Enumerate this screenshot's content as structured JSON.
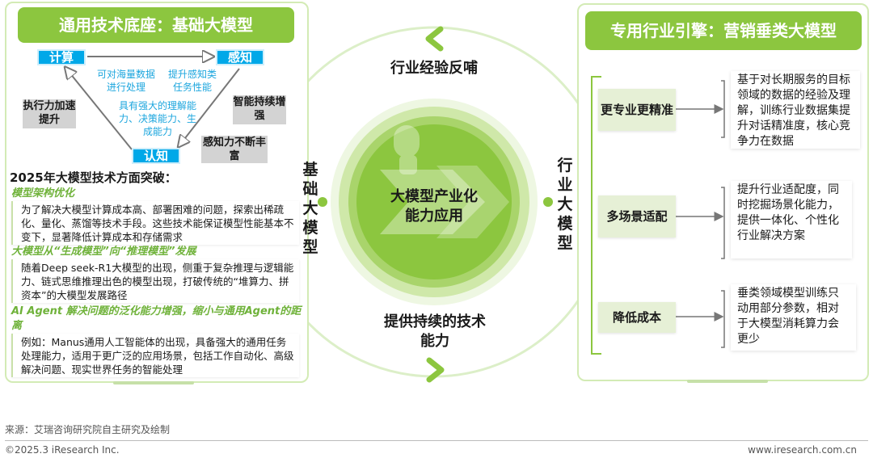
{
  "left": {
    "header": "通用技术底座：基础大模型",
    "nodes": {
      "compute": "计算",
      "perceive": "感知",
      "cognize": "认知"
    },
    "tri_texts": {
      "t1": "可对海量数据进行处理",
      "t2": "提升感知类任务性能",
      "t3": "具有强大的理解能力、决策能力、生成能力"
    },
    "gray_boxes": {
      "g1": "执行力加速提升",
      "g2": "智能持续增强",
      "g3": "感知力不断丰富"
    },
    "section_title": "2025年大模型技术方面突破：",
    "items": [
      {
        "head": "模型架构优化",
        "body": "为了解决大模型计算成本高、部署困难的问题，探索出稀疏化、量化、蒸馏等技术手段。这些技术能保证模型性能基本不变下，显著降低计算成本和存储需求"
      },
      {
        "head": "大模型从“生成模型”向“推理模型”发展",
        "body": "随着Deep seek-R1大模型的出现，侧重于复杂推理与逻辑能力、链式思维推理出色的模型出现，打破传统的“堆算力、拼资本”的大模型发展路径"
      },
      {
        "head": "AI Agent 解决问题的泛化能力增强，缩小与通用Agent的距离",
        "body": "例如：Manus通用人工智能体的出现，具备强大的通用任务处理能力，适用于更广泛的应用场景，包括工作自动化、高级解决问题、现实世界任务的智能处理"
      }
    ]
  },
  "center": {
    "top": "行业经验反哺",
    "bottom": "提供持续的技术能力",
    "core": "大模型产业化能力应用",
    "left_vertical": "基础大模型",
    "right_vertical": "行业大模型"
  },
  "right": {
    "header": "专用行业引擎：营销垂类大模型",
    "rows": [
      {
        "label": "更专业更精准",
        "desc": "基于对长期服务的目标领域的数据的经验及理解，训练行业数据集提升对话精准度，核心竞争力在数据"
      },
      {
        "label": "多场景适配",
        "desc": "提升行业适配度，同时挖掘场景化能力，提供一体化、个性化行业解决方案"
      },
      {
        "label": "降低成本",
        "desc": "垂类领域模型训练只动用部分参数，相对于大模型消耗算力会更少"
      }
    ]
  },
  "footer": {
    "source": "来源：艾瑞咨询研究院自主研究及绘制",
    "copyright": "©2025.3 iResearch Inc.",
    "website": "www.iresearch.com.cn"
  },
  "colors": {
    "green": "#8cc63f",
    "blue": "#00a8e8",
    "gray": "#d3d3d3"
  }
}
